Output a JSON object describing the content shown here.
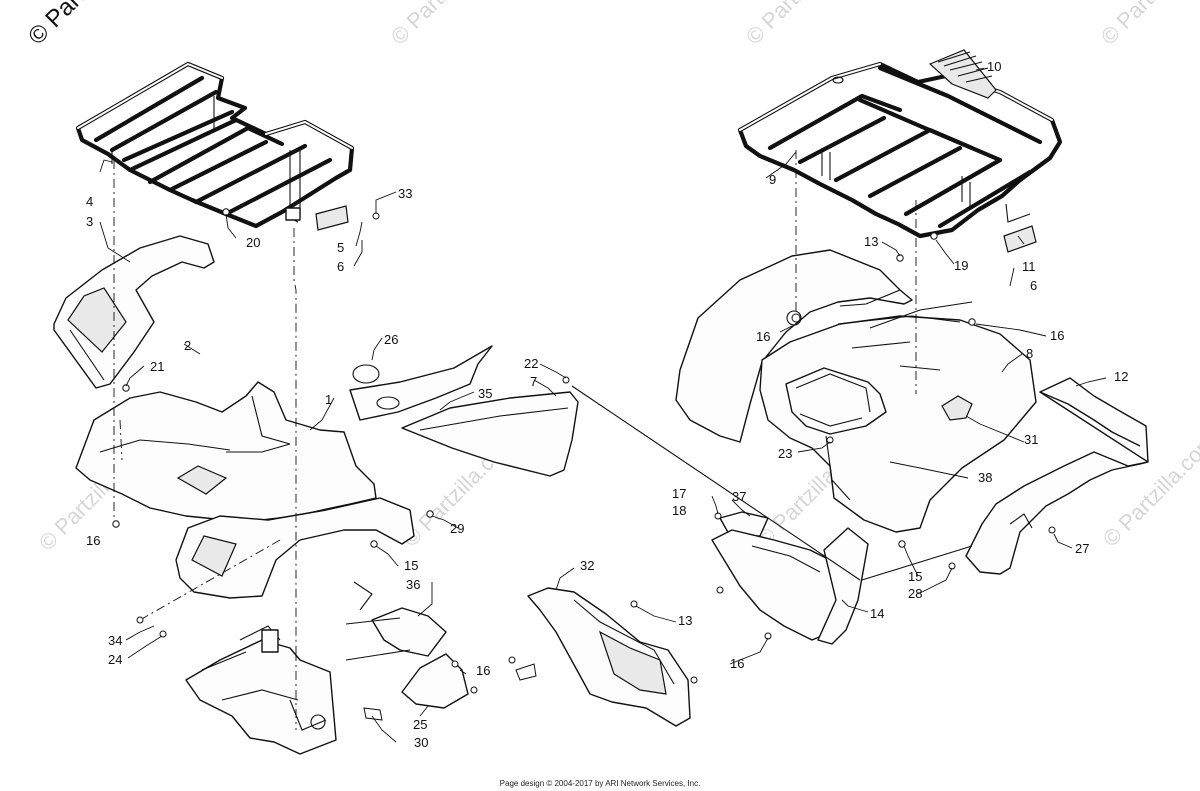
{
  "watermark": {
    "corner_text": "© Partzilla",
    "tile_text": "© Partzilla.com"
  },
  "footer": {
    "text": "Page design © 2004-2017 by ARI Network Services, Inc."
  },
  "callouts": [
    {
      "id": "c1",
      "text": "1"
    },
    {
      "id": "c2",
      "text": "2"
    },
    {
      "id": "c3",
      "text": "3"
    },
    {
      "id": "c4",
      "text": "4"
    },
    {
      "id": "c5",
      "text": "5"
    },
    {
      "id": "c6a",
      "text": "6"
    },
    {
      "id": "c6b",
      "text": "6"
    },
    {
      "id": "c7",
      "text": "7"
    },
    {
      "id": "c8",
      "text": "8"
    },
    {
      "id": "c9",
      "text": "9"
    },
    {
      "id": "c10",
      "text": "10"
    },
    {
      "id": "c11",
      "text": "11"
    },
    {
      "id": "c12",
      "text": "12"
    },
    {
      "id": "c13a",
      "text": "13"
    },
    {
      "id": "c13b",
      "text": "13"
    },
    {
      "id": "c14",
      "text": "14"
    },
    {
      "id": "c15a",
      "text": "15"
    },
    {
      "id": "c15b",
      "text": "15"
    },
    {
      "id": "c16a",
      "text": "16"
    },
    {
      "id": "c16b",
      "text": "16"
    },
    {
      "id": "c16c",
      "text": "16"
    },
    {
      "id": "c16d",
      "text": "16"
    },
    {
      "id": "c16e",
      "text": "16"
    },
    {
      "id": "c17",
      "text": "17"
    },
    {
      "id": "c18",
      "text": "18"
    },
    {
      "id": "c19",
      "text": "19"
    },
    {
      "id": "c20",
      "text": "20"
    },
    {
      "id": "c21",
      "text": "21"
    },
    {
      "id": "c22",
      "text": "22"
    },
    {
      "id": "c23",
      "text": "23"
    },
    {
      "id": "c24",
      "text": "24"
    },
    {
      "id": "c25",
      "text": "25"
    },
    {
      "id": "c26",
      "text": "26"
    },
    {
      "id": "c27",
      "text": "27"
    },
    {
      "id": "c28",
      "text": "28"
    },
    {
      "id": "c29",
      "text": "29"
    },
    {
      "id": "c30",
      "text": "30"
    },
    {
      "id": "c31",
      "text": "31"
    },
    {
      "id": "c32",
      "text": "32"
    },
    {
      "id": "c33",
      "text": "33"
    },
    {
      "id": "c34",
      "text": "34"
    },
    {
      "id": "c35",
      "text": "35"
    },
    {
      "id": "c36",
      "text": "36"
    },
    {
      "id": "c37",
      "text": "37"
    },
    {
      "id": "c38",
      "text": "38"
    }
  ]
}
